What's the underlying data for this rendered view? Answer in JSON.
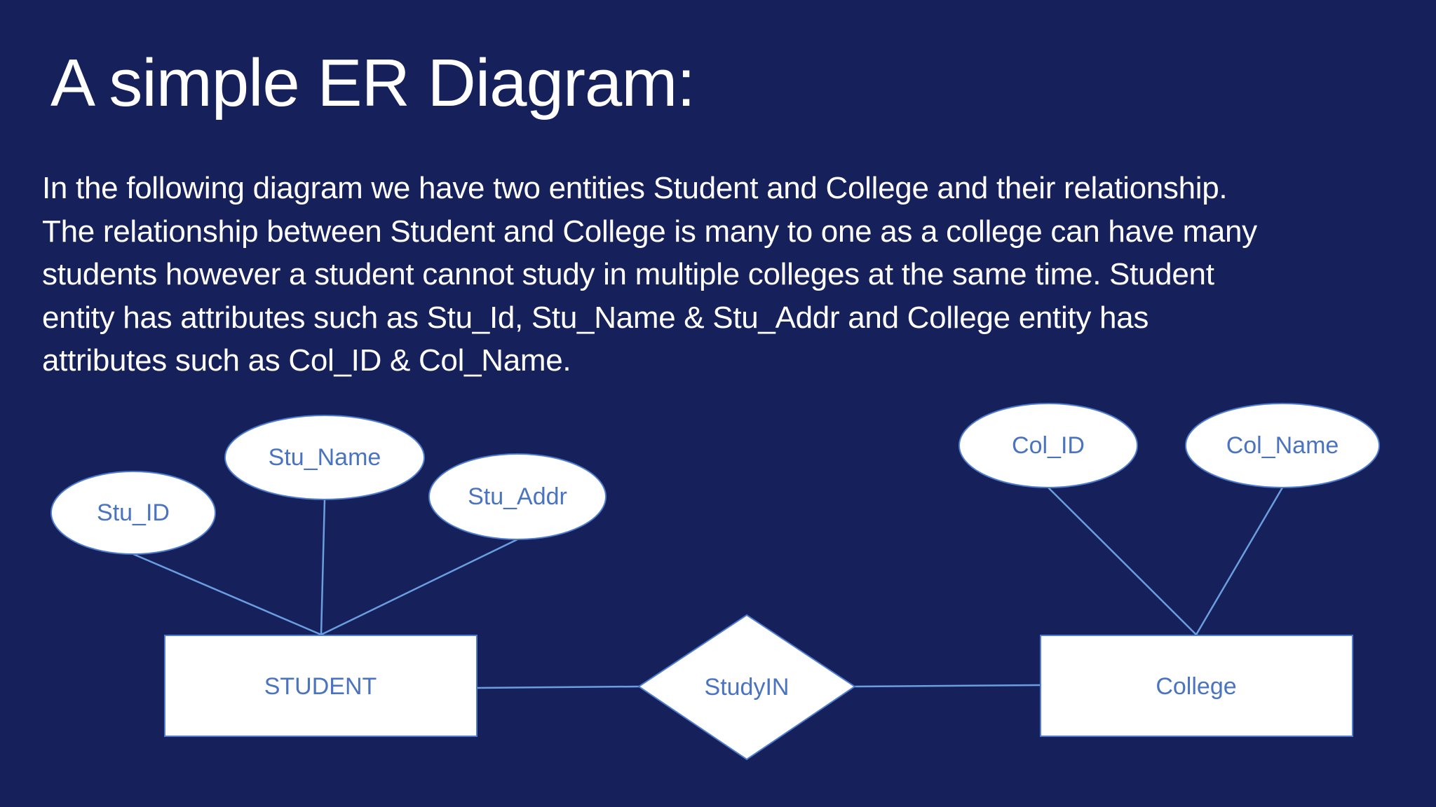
{
  "slide": {
    "title": "A simple ER Diagram:",
    "paragraph_lines": [
      "In the following diagram we have two entities Student and College and their relationship.",
      "The relationship between Student and College is many to one as a college can have many",
      "students however a student cannot study in multiple colleges at the same time. Student",
      "entity has attributes such as Stu_Id, Stu_Name & Stu_Addr and College entity has",
      "attributes such as Col_ID & Col_Name."
    ]
  },
  "diagram": {
    "entities": {
      "student": "STUDENT",
      "college": "College"
    },
    "relationship": "StudyIN",
    "attributes": {
      "stu_id": "Stu_ID",
      "stu_name": "Stu_Name",
      "stu_addr": "Stu_Addr",
      "col_id": "Col_ID",
      "col_name": "Col_Name"
    }
  },
  "colors": {
    "background": "#16205a",
    "shape_fill": "#ffffff",
    "shape_stroke": "#4f7ccc",
    "connector": "#6a9ee0",
    "diagram_text": "#4a74c0"
  }
}
